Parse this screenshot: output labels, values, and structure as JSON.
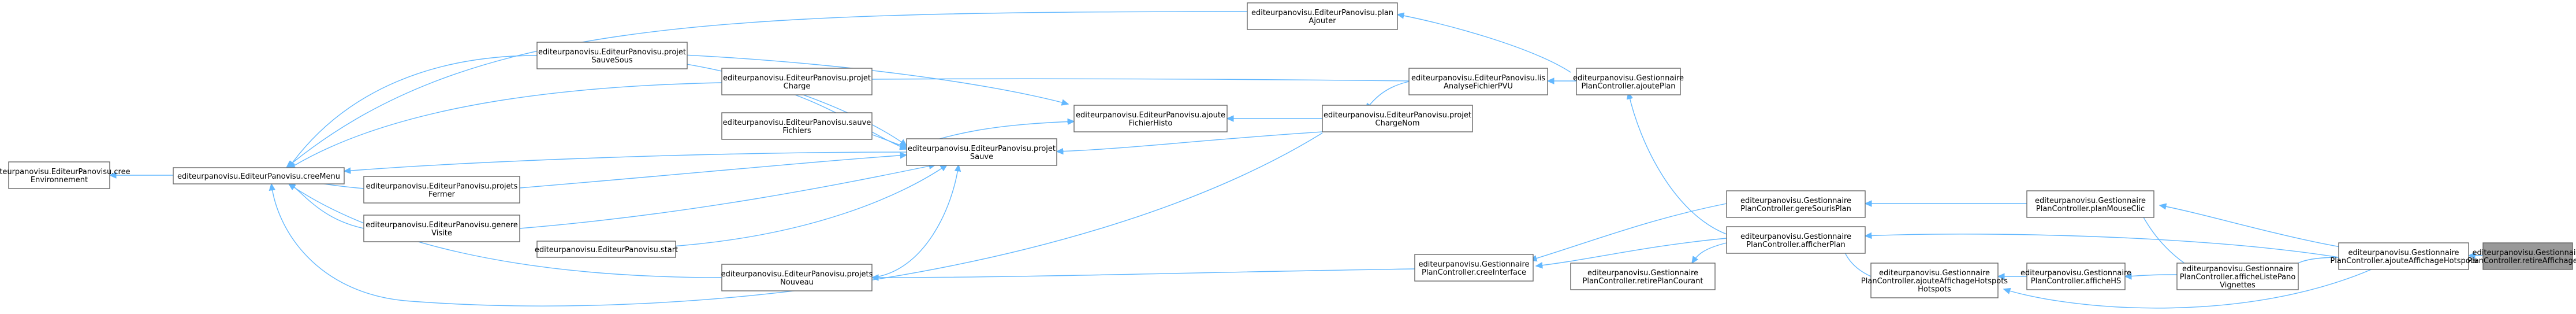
{
  "nodes": [
    {
      "id": "creeEnvironnement",
      "lines": [
        "editeurpanovisu.EditeurPanovisu.cree",
        "Environnement"
      ]
    },
    {
      "id": "creeMenu",
      "lines": [
        "editeurpanovisu.EditeurPanovisu.creeMenu"
      ]
    },
    {
      "id": "projetSauveSous",
      "lines": [
        "editeurpanovisu.EditeurPanovisu.projet",
        "SauveSous"
      ]
    },
    {
      "id": "projetCharge",
      "lines": [
        "editeurpanovisu.EditeurPanovisu.projet",
        "Charge"
      ]
    },
    {
      "id": "sauveFichiers",
      "lines": [
        "editeurpanovisu.EditeurPanovisu.sauve",
        "Fichiers"
      ]
    },
    {
      "id": "projetsFermer",
      "lines": [
        "editeurpanovisu.EditeurPanovisu.projets",
        "Fermer"
      ]
    },
    {
      "id": "genereVisite",
      "lines": [
        "editeurpanovisu.EditeurPanovisu.genere",
        "Visite"
      ]
    },
    {
      "id": "start",
      "lines": [
        "editeurpanovisu.EditeurPanovisu.start"
      ]
    },
    {
      "id": "projetsNouveau",
      "lines": [
        "editeurpanovisu.EditeurPanovisu.projets",
        "Nouveau"
      ]
    },
    {
      "id": "planAjouter",
      "lines": [
        "editeurpanovisu.EditeurPanovisu.plan",
        "Ajouter"
      ]
    },
    {
      "id": "ajouteFichierHisto",
      "lines": [
        "editeurpanovisu.EditeurPanovisu.ajoute",
        "FichierHisto"
      ]
    },
    {
      "id": "projetSauve",
      "lines": [
        "editeurpanovisu.EditeurPanovisu.projet",
        "Sauve"
      ]
    },
    {
      "id": "projetChargeNom",
      "lines": [
        "editeurpanovisu.EditeurPanovisu.projet",
        "ChargeNom"
      ]
    },
    {
      "id": "lisAnalyseFichierPVU",
      "lines": [
        "editeurpanovisu.EditeurPanovisu.lis",
        "AnalyseFichierPVU"
      ]
    },
    {
      "id": "ajoutePlan",
      "lines": [
        "editeurpanovisu.Gestionnaire",
        "PlanController.ajoutePlan"
      ]
    },
    {
      "id": "creeInterface",
      "lines": [
        "editeurpanovisu.Gestionnaire",
        "PlanController.creeInterface"
      ]
    },
    {
      "id": "gereSourisPlan",
      "lines": [
        "editeurpanovisu.Gestionnaire",
        "PlanController.gereSourisPlan"
      ]
    },
    {
      "id": "afficherPlan",
      "lines": [
        "editeurpanovisu.Gestionnaire",
        "PlanController.afficherPlan"
      ]
    },
    {
      "id": "retirePlanCourant",
      "lines": [
        "editeurpanovisu.Gestionnaire",
        "PlanController.retirePlanCourant"
      ]
    },
    {
      "id": "ajouteAffichageHotspots",
      "lines": [
        "editeurpanovisu.Gestionnaire",
        "PlanController.ajouteAffichageHotspots",
        "Hotspots"
      ]
    },
    {
      "id": "planMouseClic",
      "lines": [
        "editeurpanovisu.Gestionnaire",
        "PlanController.planMouseClic"
      ]
    },
    {
      "id": "afficheHS",
      "lines": [
        "editeurpanovisu.Gestionnaire",
        "PlanController.afficheHS"
      ]
    },
    {
      "id": "afficheListePanoVignettes",
      "lines": [
        "editeurpanovisu.Gestionnaire",
        "PlanController.afficheListePano",
        "Vignettes"
      ]
    },
    {
      "id": "ajouteAffichageHotspots2",
      "lines": [
        "editeurpanovisu.Gestionnaire",
        "PlanController.ajouteAffichageHotspots"
      ]
    },
    {
      "id": "retireAffichageHS",
      "lines": [
        "editeurpanovisu.Gestionnaire",
        "PlanController.retireAffichageHS"
      ],
      "highlight": true
    }
  ]
}
